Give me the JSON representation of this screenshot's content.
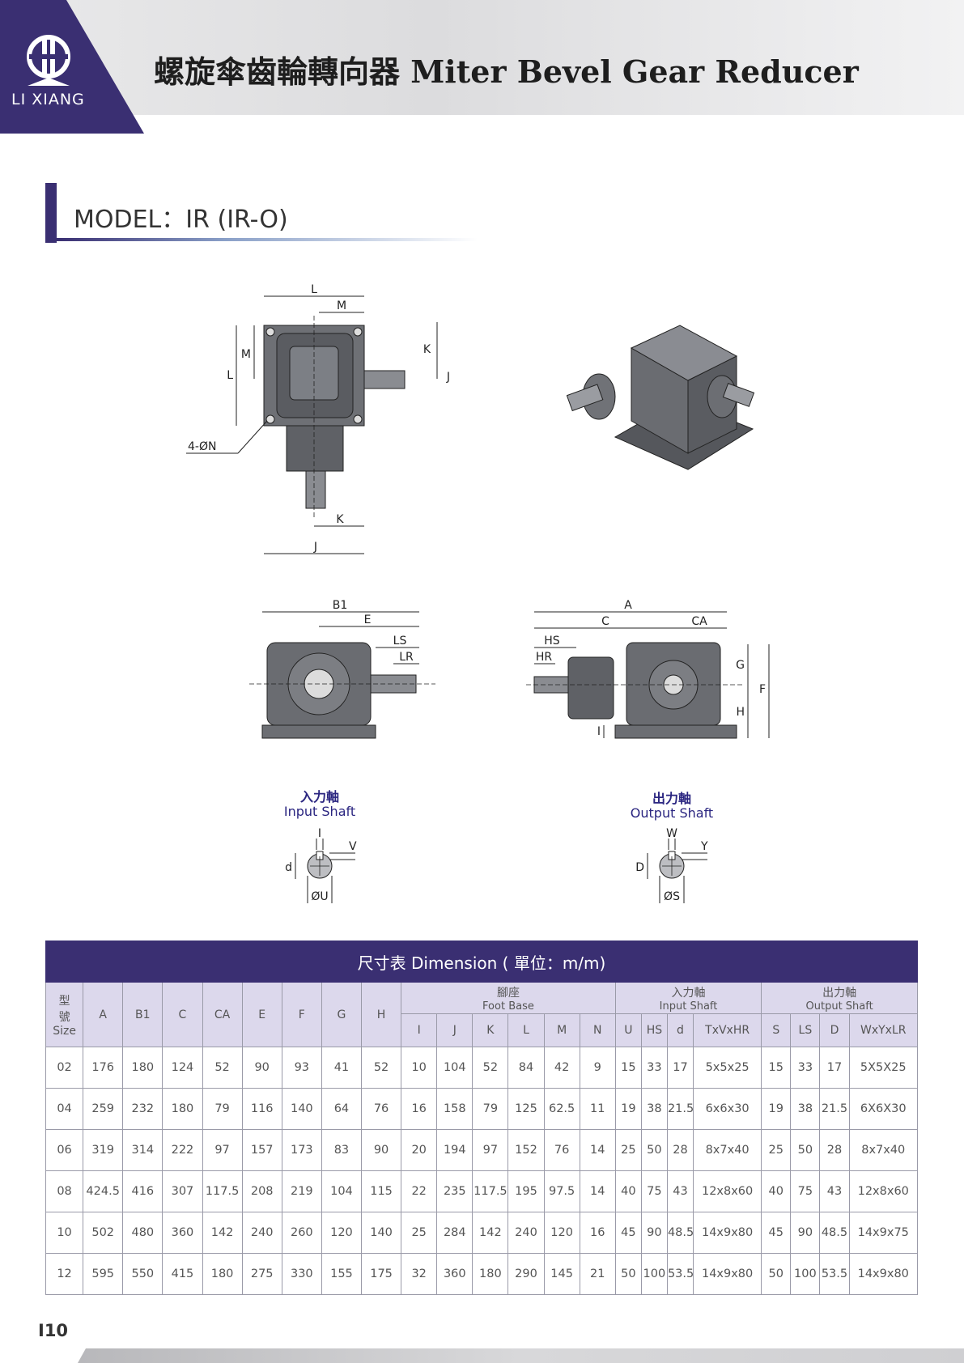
{
  "header": {
    "brand": "LI XIANG",
    "title": "螺旋傘齒輪轉向器 Miter Bevel Gear Reducer"
  },
  "model": {
    "label": "MODEL：IR (IR-O)"
  },
  "drawing_labels": {
    "top": {
      "L": "L",
      "M": "M",
      "K": "K",
      "J": "J",
      "N": "4-ØN"
    },
    "front": {
      "B1": "B1",
      "E": "E",
      "LS": "LS",
      "LR": "LR"
    },
    "side": {
      "A": "A",
      "C": "C",
      "CA": "CA",
      "HS": "HS",
      "HR": "HR",
      "G": "G",
      "H": "H",
      "F": "F",
      "I": "I"
    },
    "input_shaft": {
      "cn": "入力軸",
      "en": "Input Shaft",
      "V": "V",
      "I": "I",
      "d": "d",
      "U": "ØU"
    },
    "output_shaft": {
      "cn": "出力軸",
      "en": "Output Shaft",
      "W": "W",
      "Y": "Y",
      "D": "D",
      "S": "ØS"
    }
  },
  "table": {
    "caption": "尺寸表 Dimension ( 單位：m/m)",
    "size_header": [
      "型",
      "號",
      "Size"
    ],
    "main_cols": [
      "A",
      "B1",
      "C",
      "CA",
      "E",
      "F",
      "G",
      "H"
    ],
    "foot_group": {
      "cn": "腳座",
      "en": "Foot Base",
      "cols": [
        "I",
        "J",
        "K",
        "L",
        "M",
        "N"
      ]
    },
    "input_group": {
      "cn": "入力軸",
      "en": "Input Shaft",
      "cols": [
        "U",
        "HS",
        "d",
        "TxVxHR"
      ]
    },
    "output_group": {
      "cn": "出力軸",
      "en": "Output Shaft",
      "cols": [
        "S",
        "LS",
        "D",
        "WxYxLR"
      ]
    },
    "rows": [
      [
        "02",
        "176",
        "180",
        "124",
        "52",
        "90",
        "93",
        "41",
        "52",
        "10",
        "104",
        "52",
        "84",
        "42",
        "9",
        "15",
        "33",
        "17",
        "5x5x25",
        "15",
        "33",
        "17",
        "5X5X25"
      ],
      [
        "04",
        "259",
        "232",
        "180",
        "79",
        "116",
        "140",
        "64",
        "76",
        "16",
        "158",
        "79",
        "125",
        "62.5",
        "11",
        "19",
        "38",
        "21.5",
        "6x6x30",
        "19",
        "38",
        "21.5",
        "6X6X30"
      ],
      [
        "06",
        "319",
        "314",
        "222",
        "97",
        "157",
        "173",
        "83",
        "90",
        "20",
        "194",
        "97",
        "152",
        "76",
        "14",
        "25",
        "50",
        "28",
        "8x7x40",
        "25",
        "50",
        "28",
        "8x7x40"
      ],
      [
        "08",
        "424.5",
        "416",
        "307",
        "117.5",
        "208",
        "219",
        "104",
        "115",
        "22",
        "235",
        "117.5",
        "195",
        "97.5",
        "14",
        "40",
        "75",
        "43",
        "12x8x60",
        "40",
        "75",
        "43",
        "12x8x60"
      ],
      [
        "10",
        "502",
        "480",
        "360",
        "142",
        "240",
        "260",
        "120",
        "140",
        "25",
        "284",
        "142",
        "240",
        "120",
        "16",
        "45",
        "90",
        "48.5",
        "14x9x80",
        "45",
        "90",
        "48.5",
        "14x9x75"
      ],
      [
        "12",
        "595",
        "550",
        "415",
        "180",
        "275",
        "330",
        "155",
        "175",
        "32",
        "360",
        "180",
        "290",
        "145",
        "21",
        "50",
        "100",
        "53.5",
        "14x9x80",
        "50",
        "100",
        "53.5",
        "14x9x80"
      ]
    ]
  },
  "footer": {
    "page_number": "I10"
  }
}
